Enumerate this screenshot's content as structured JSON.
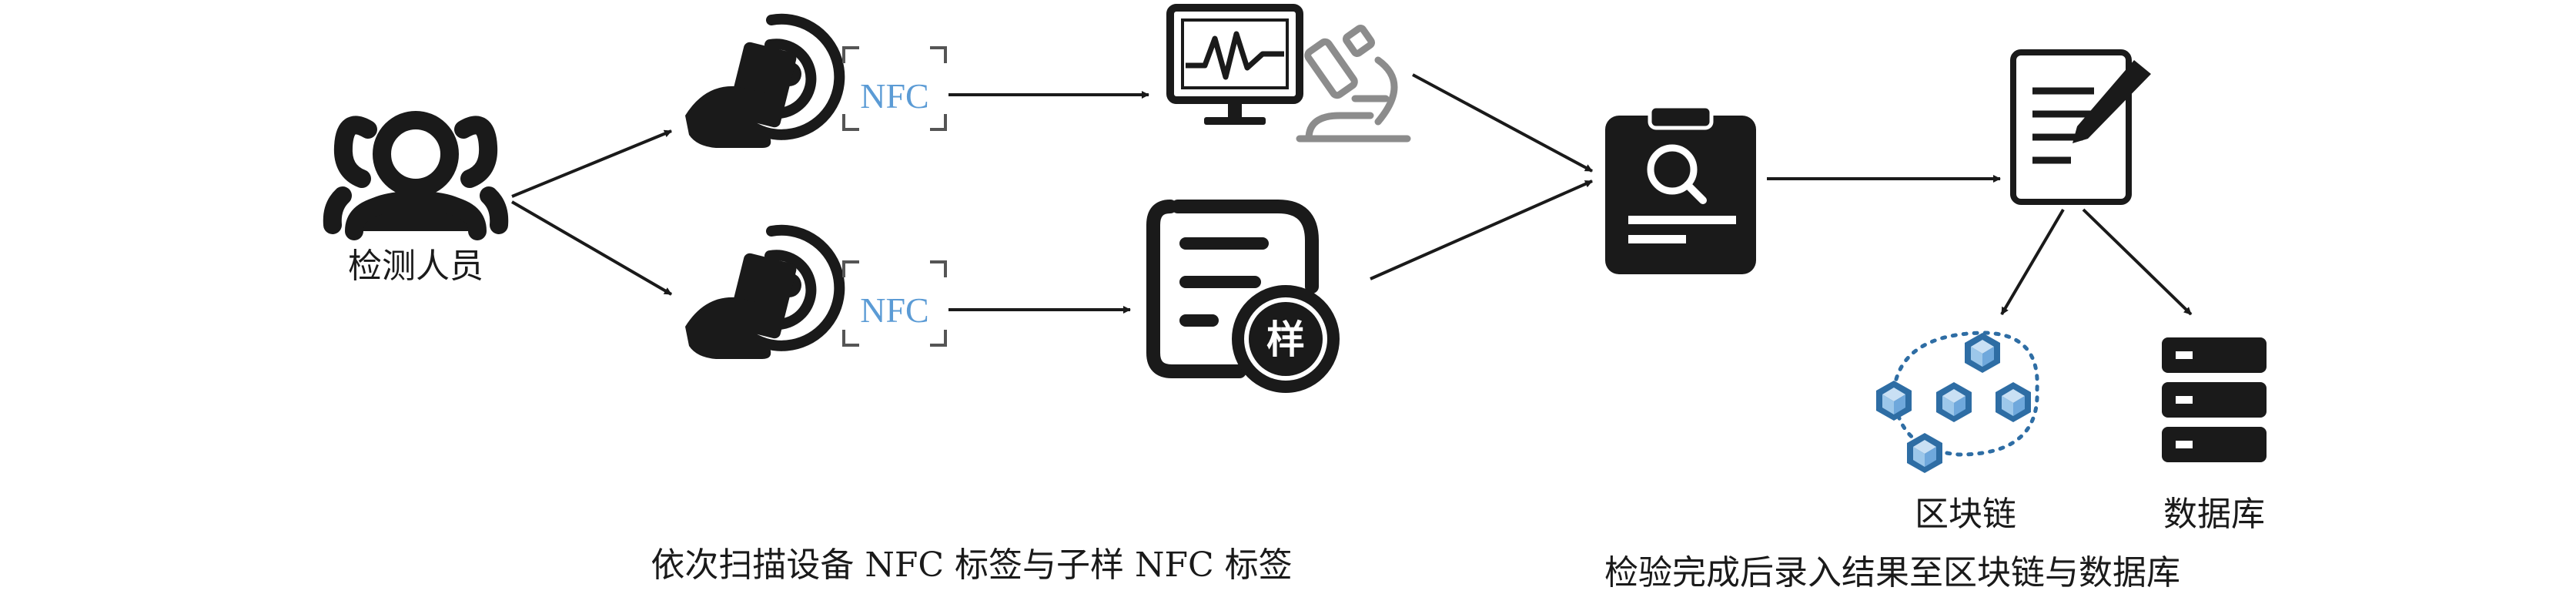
{
  "nodes": {
    "inspector_label": "检测人员",
    "nfc_top": "NFC",
    "nfc_bottom": "NFC",
    "sample_char": "样",
    "blockchain_label": "区块链",
    "database_label": "数据库"
  },
  "captions": {
    "left": "依次扫描设备 NFC 标签与子样 NFC 标签",
    "right": "检验完成后录入结果至区块链与数据库"
  },
  "colors": {
    "ink": "#1a1a1a",
    "nfc_blue": "#5b9bd5",
    "block_blue": "#2e6da4",
    "block_light": "#9cc7ea",
    "microscope_gray": "#8c8c8c"
  }
}
